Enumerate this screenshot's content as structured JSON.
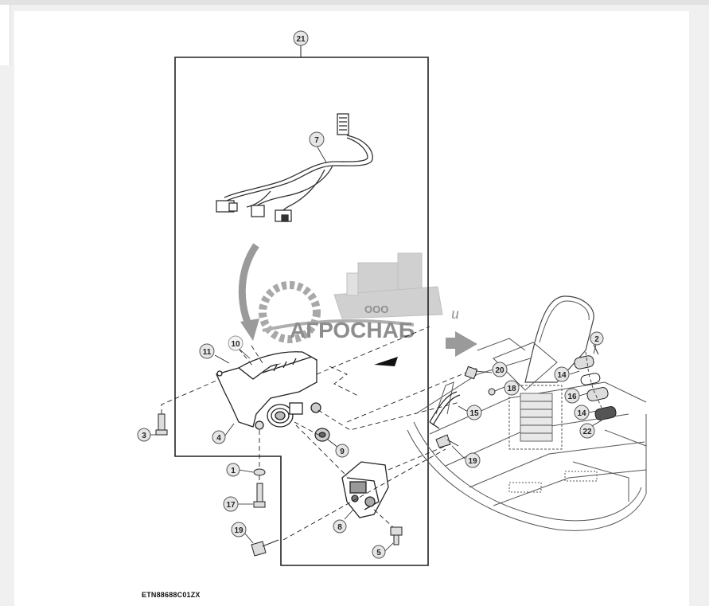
{
  "figure": {
    "code": "ETN88688C01ZX",
    "callouts": [
      {
        "id": "c21",
        "label": "21"
      },
      {
        "id": "c7",
        "label": "7"
      },
      {
        "id": "c11",
        "label": "11"
      },
      {
        "id": "c10",
        "label": "10"
      },
      {
        "id": "c3",
        "label": "3"
      },
      {
        "id": "c4",
        "label": "4"
      },
      {
        "id": "c9",
        "label": "9"
      },
      {
        "id": "c1",
        "label": "1"
      },
      {
        "id": "c17",
        "label": "17"
      },
      {
        "id": "c19a",
        "label": "19"
      },
      {
        "id": "c8",
        "label": "8"
      },
      {
        "id": "c5",
        "label": "5"
      },
      {
        "id": "c2",
        "label": "2"
      },
      {
        "id": "c14a",
        "label": "14"
      },
      {
        "id": "c16",
        "label": "16"
      },
      {
        "id": "c14b",
        "label": "14"
      },
      {
        "id": "c22",
        "label": "22"
      },
      {
        "id": "c20",
        "label": "20"
      },
      {
        "id": "c18",
        "label": "18"
      },
      {
        "id": "c15",
        "label": "15"
      },
      {
        "id": "c19b",
        "label": "19"
      }
    ]
  },
  "watermark": {
    "small": "ООО",
    "brand": "АГРОСНАБ",
    "suffix": "u",
    "color": "#8a8a8a"
  },
  "colors": {
    "line": "#222222",
    "callout_fill": "#e6e6e6",
    "callout_stroke": "#555555"
  }
}
